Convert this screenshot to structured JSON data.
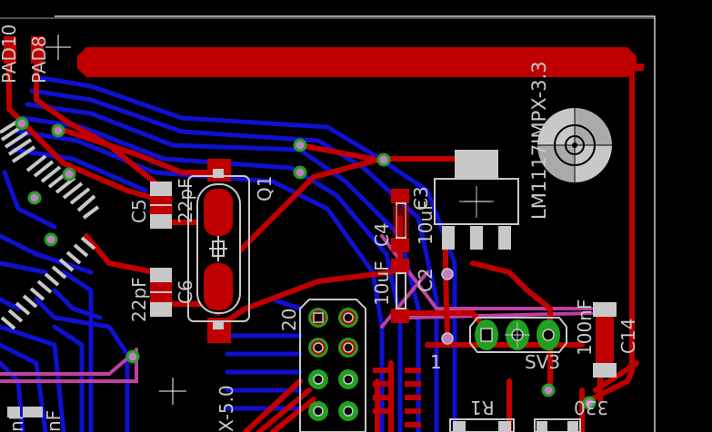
{
  "app": {
    "title": ""
  },
  "colors": {
    "background": "#000000",
    "top_copper": "#c00000",
    "bottom_copper": "#1010d0",
    "silkscreen": "#c8c8c8",
    "pad": "#c0c0c0",
    "via_ring": "#20a020",
    "via_center": "#c080c0",
    "outline": "#ffffff"
  },
  "labels": {
    "pad10": "PAD10",
    "pad8": "PAD8",
    "regulator": "LM1117IMPX-3.3",
    "c5": "C5",
    "c5_val": "22pF",
    "q1": "Q1",
    "c6": "C6",
    "c6_val": "22pF",
    "c4": "C4",
    "c4_val": "10uF",
    "c3": "C3",
    "c2": "C2",
    "c2_val": "10uF",
    "header_num": "20",
    "pin1": "1",
    "sv3": "SV3",
    "c14": "C14",
    "c14_val": "100nF",
    "r1": "R1",
    "r_val": "330",
    "x50": "X-5.0",
    "nf1": "nF",
    "nf2": "nF"
  }
}
